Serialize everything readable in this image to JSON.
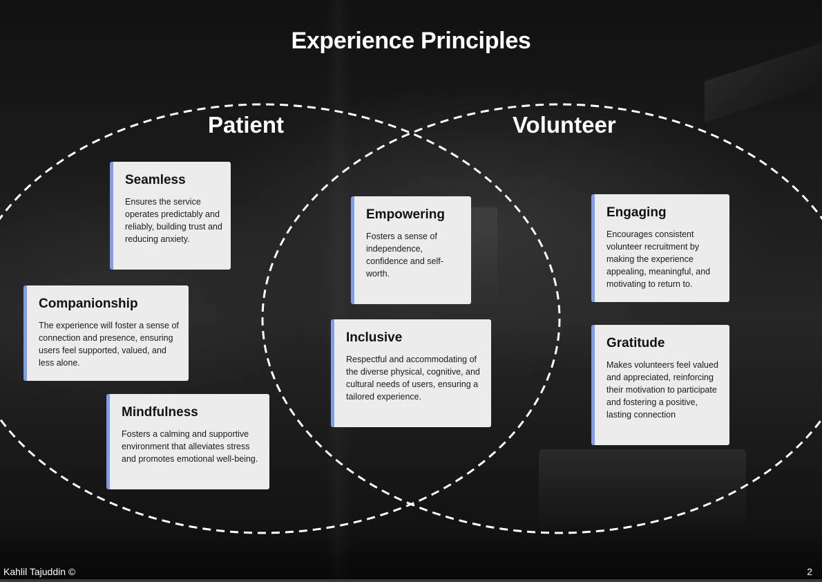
{
  "title": "Experience Principles",
  "sets": {
    "patient": "Patient",
    "volunteer": "Volunteer"
  },
  "cards": {
    "seamless": {
      "title": "Seamless",
      "description": "Ensures the service operates predictably and reliably, building trust and reducing anxiety."
    },
    "companionship": {
      "title": "Companionship",
      "description": "The experience will foster a sense of connection and presence, ensuring users feel supported, valued, and less alone."
    },
    "mindfulness": {
      "title": "Mindfulness",
      "description": "Fosters a calming and supportive environment that alleviates stress and promotes emotional well-being."
    },
    "empowering": {
      "title": "Empowering",
      "description": "Fosters a sense of independence, confidence and self-worth."
    },
    "inclusive": {
      "title": "Inclusive",
      "description": "Respectful and accommodating of the diverse physical, cognitive, and cultural needs of users, ensuring a tailored experience."
    },
    "engaging": {
      "title": "Engaging",
      "description": "Encourages consistent volunteer recruitment by making the experience appealing, meaningful, and motivating to return to."
    },
    "gratitude": {
      "title": "Gratitude",
      "description": "Makes volunteers feel valued and appreciated, reinforcing their motivation to participate and fostering a positive, lasting connection"
    }
  },
  "footer": {
    "author": "Kahlil Tajuddin ©",
    "page_number": "2"
  },
  "colors": {
    "card_background": "#ececec",
    "card_accent": "#7f9ee6",
    "outline": "#ffffff"
  }
}
